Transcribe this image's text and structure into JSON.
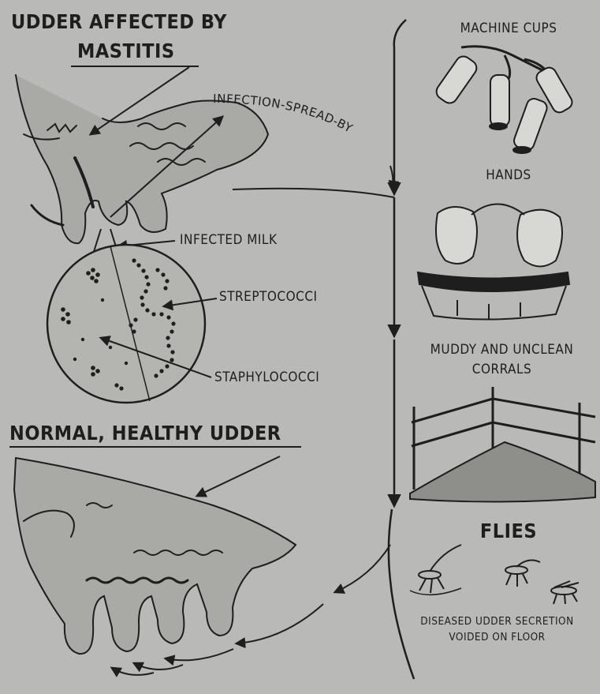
{
  "affected": {
    "title_line1": "UDDER AFFECTED BY",
    "title_line2": "MASTITIS"
  },
  "spread_label": "INFECTION-SPREAD-BY",
  "labels": {
    "infected_milk": "INFECTED MILK",
    "streptococci": "STREPTOCOCCI",
    "staphylococci": "STAPHYLOCOCCI"
  },
  "healthy": {
    "title": "NORMAL, HEALTHY UDDER"
  },
  "sources": [
    {
      "line1": "MACHINE CUPS",
      "line2": ""
    },
    {
      "line1": "HANDS",
      "line2": ""
    },
    {
      "line1": "MUDDY AND UNCLEAN",
      "line2": "CORRALS"
    },
    {
      "line1": "FLIES",
      "line2": ""
    }
  ],
  "flies_caption": {
    "line1": "DISEASED UDDER SECRETION",
    "line2": "VOIDED ON FLOOR"
  },
  "colors": {
    "background": "#b9b9b7",
    "ink": "#1e1e1e"
  }
}
